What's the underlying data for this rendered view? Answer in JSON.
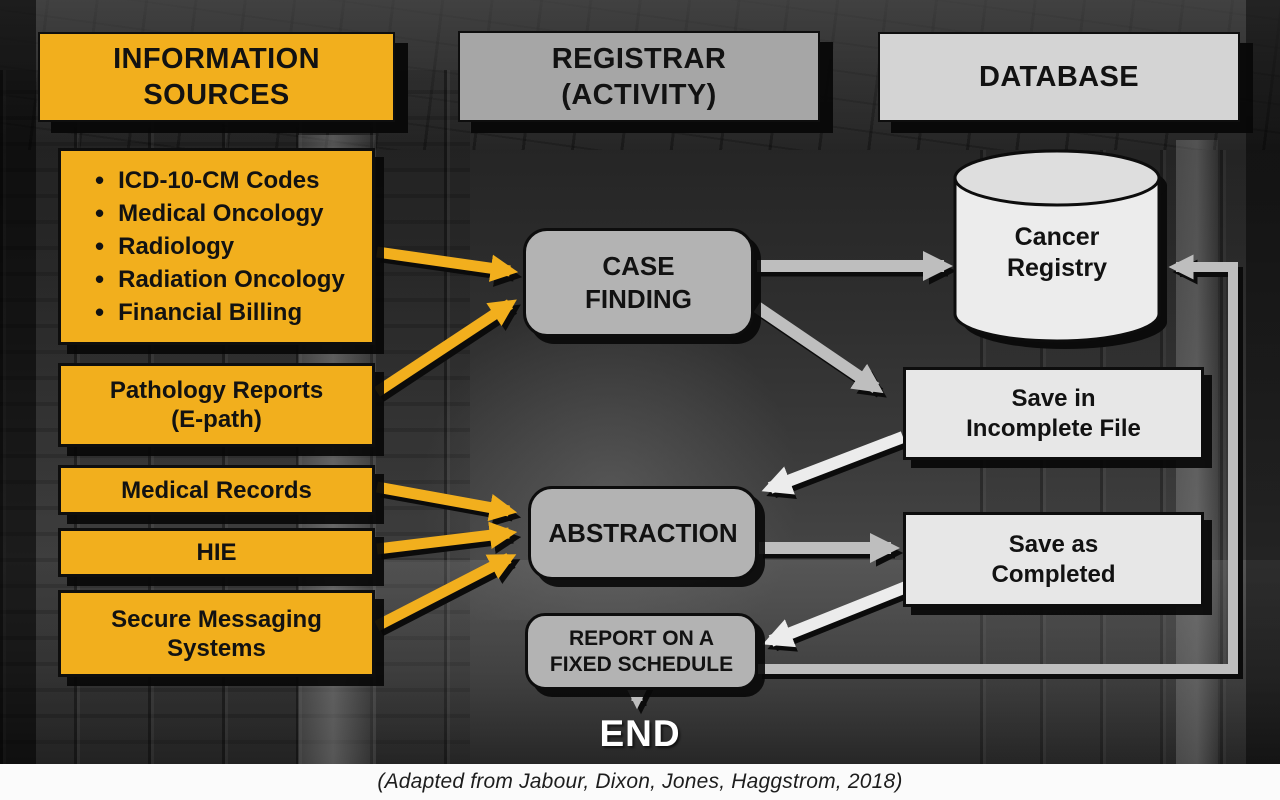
{
  "colors": {
    "accent_yellow": "#F2AF1D",
    "header_gray": "#A6A6A6",
    "header_light": "#D4D4D4",
    "process_gray": "#B3B3B3",
    "db_box_light": "#E7E7E7",
    "cylinder_body": "#ECECEC",
    "cylinder_top": "#DEDEDE",
    "arrow_gray": "#BEBEBE",
    "arrow_light": "#ECECEC",
    "ink": "#121212"
  },
  "icons": {
    "bullet": "•"
  },
  "headers": {
    "sources": {
      "lines": [
        "INFORMATION",
        "SOURCES"
      ]
    },
    "registrar": {
      "lines": [
        "REGISTRAR",
        "(ACTIVITY)"
      ]
    },
    "database": {
      "lines": [
        "DATABASE"
      ]
    }
  },
  "sources": {
    "bullets": [
      "ICD-10-CM Codes",
      "Medical Oncology",
      "Radiology",
      "Radiation Oncology",
      "Financial Billing"
    ],
    "pathology": {
      "lines": [
        "Pathology Reports",
        "(E-path)"
      ]
    },
    "medical_records": "Medical Records",
    "hie": "HIE",
    "secure_messaging": {
      "lines": [
        "Secure Messaging",
        "Systems"
      ]
    }
  },
  "registrar": {
    "case_finding": {
      "lines": [
        "CASE",
        "FINDING"
      ]
    },
    "abstraction": "ABSTRACTION",
    "report": {
      "lines": [
        "REPORT ON A",
        "FIXED SCHEDULE"
      ]
    },
    "end": "END"
  },
  "database": {
    "cancer_registry": {
      "lines": [
        "Cancer",
        "Registry"
      ]
    },
    "save_incomplete": {
      "lines": [
        "Save in",
        "Incomplete File"
      ]
    },
    "save_completed": {
      "lines": [
        "Save as",
        "Completed"
      ]
    }
  },
  "caption": "(Adapted from Jabour, Dixon, Jones, Haggstrom, 2018)"
}
